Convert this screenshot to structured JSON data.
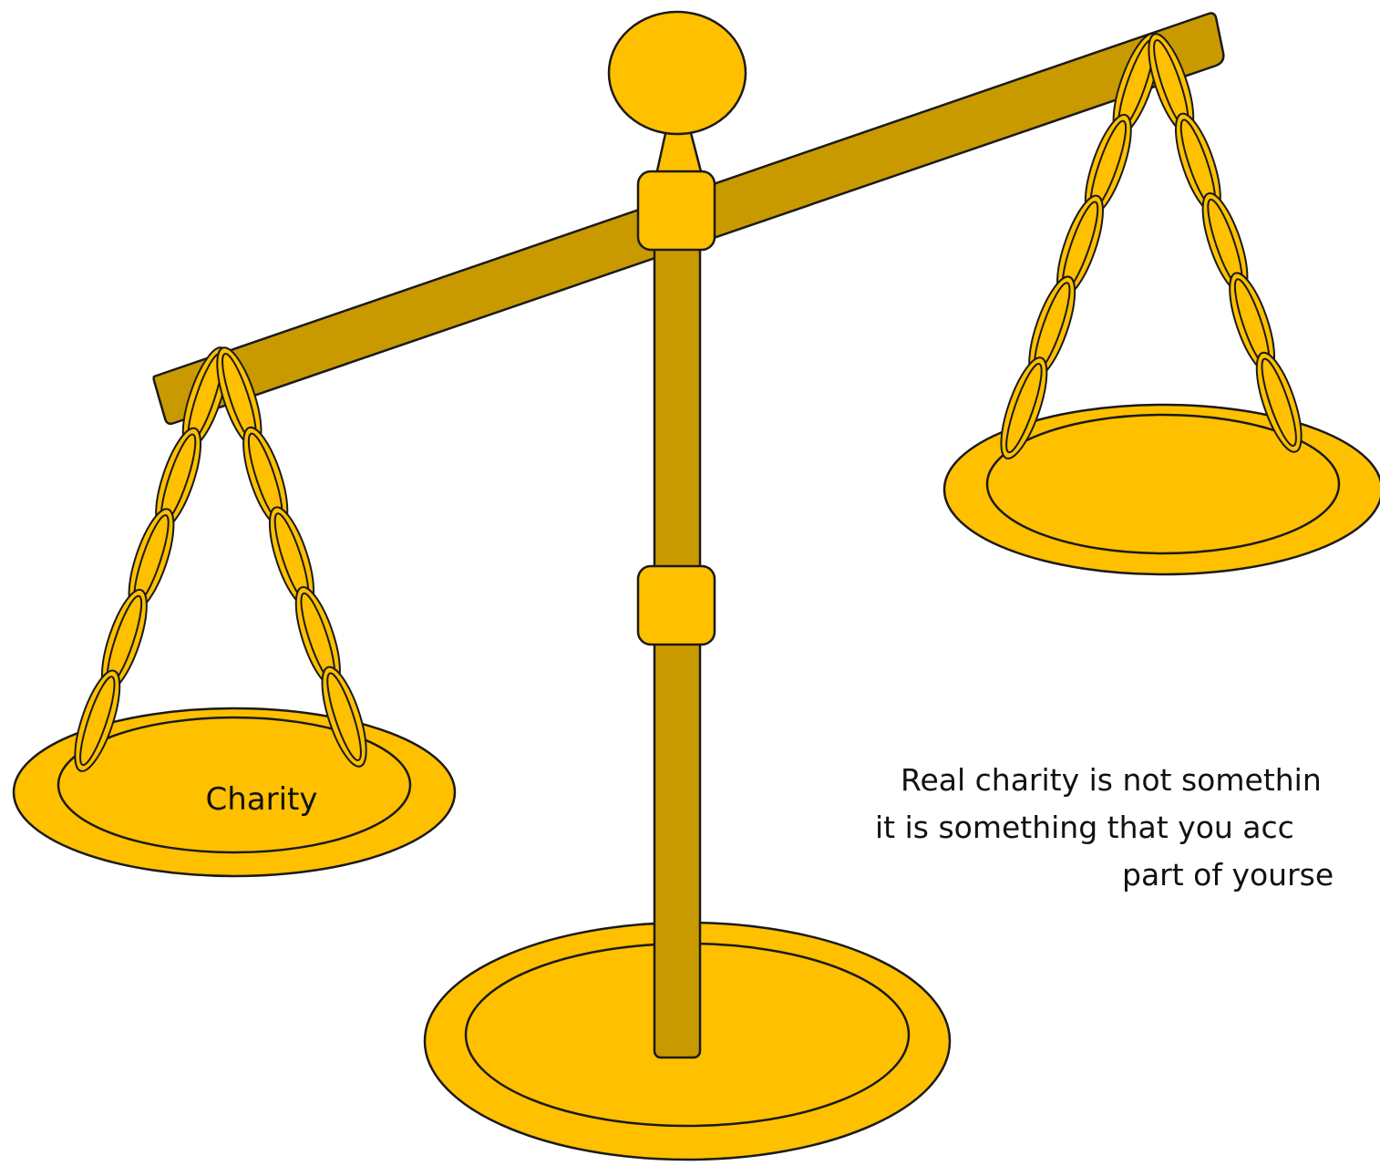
{
  "colors": {
    "gold": "#FFC000",
    "dark_gold": "#C99A00",
    "outline": "#1a1a1a",
    "text": "#111111"
  },
  "labels": {
    "left_pan": "Charity"
  },
  "quote": {
    "line1": "Real charity is not somethin",
    "line2": "it is something that you acc",
    "line3": "part of yourse"
  },
  "icons": {
    "scale": "balance-scale-icon"
  }
}
